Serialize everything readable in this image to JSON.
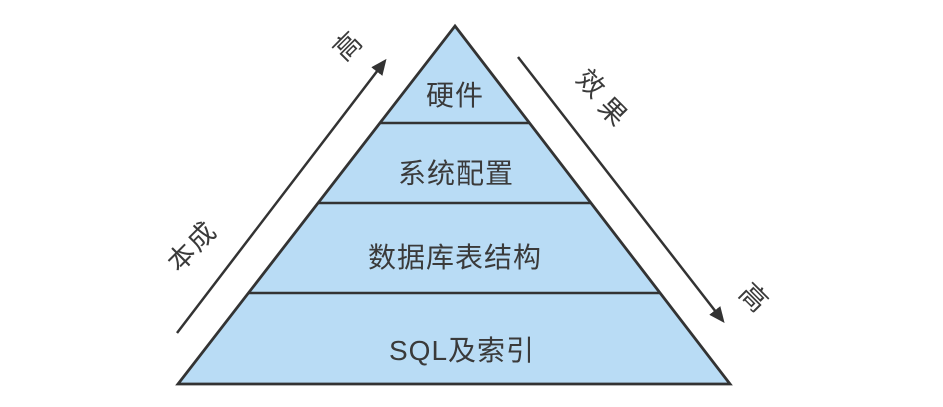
{
  "diagram": {
    "type": "pyramid",
    "pyramid": {
      "levels": [
        {
          "label": "硬件"
        },
        {
          "label": "系统配置"
        },
        {
          "label": "数据库表结构"
        },
        {
          "label": "SQL及索引"
        }
      ],
      "fill_color": "#b9dcf5",
      "line_color": "#333333",
      "text_color": "#3a3a3a"
    },
    "left_axis": {
      "label": "成本",
      "chars": [
        "成",
        "本"
      ],
      "high_label": "高",
      "arrow_direction": "up"
    },
    "right_axis": {
      "label": "效果",
      "chars": [
        "效",
        "果"
      ],
      "high_label": "高",
      "arrow_direction": "down"
    }
  }
}
